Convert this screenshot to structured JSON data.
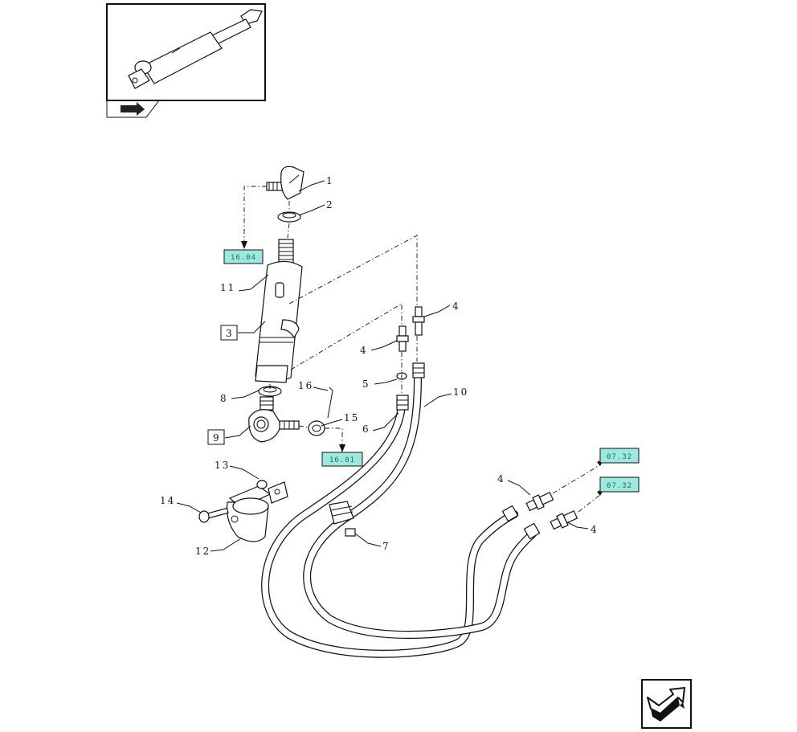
{
  "diagram": {
    "part_labels": {
      "p1": "1",
      "p2": "2",
      "p3": "3",
      "p4a": "4",
      "p4b": "4",
      "p4c": "4",
      "p4d": "4",
      "p5": "5",
      "p6": "6",
      "p7": "7",
      "p8": "8",
      "p9": "9",
      "p10": "10",
      "p11": "11",
      "p12": "12",
      "p13": "13",
      "p14": "14",
      "p15": "15",
      "p16": "16"
    },
    "references": {
      "ref_1604": "16.04",
      "ref_1601": "16.01",
      "ref_0732_top": "07.32",
      "ref_0732_bottom": "07.32"
    },
    "colors": {
      "reference_fill": "#9fe8e0",
      "reference_text": "#1a6b66",
      "line": "#111111"
    },
    "icons": {
      "thumbnail": "hydraulic-cylinder-thumbnail",
      "return_arrow": "return-arrow-icon"
    }
  }
}
